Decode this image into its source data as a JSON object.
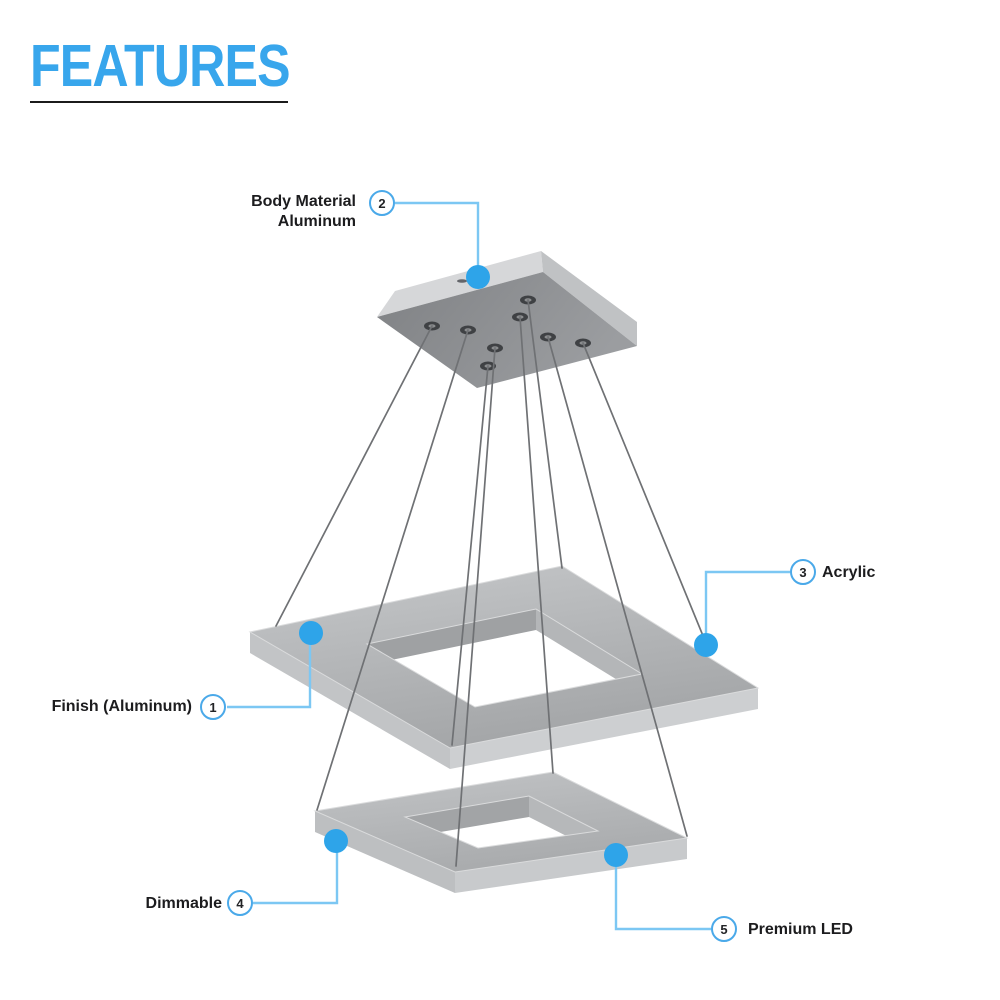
{
  "title": {
    "text": "FEATURES"
  },
  "colors": {
    "accent_blue": "#38a6ec",
    "connector_line": "#7cc7f3",
    "marker_dot": "#2ea4e9",
    "badge_border": "#4aa9e9",
    "label_text": "#1c1c1e",
    "underline": "#1b1b1b",
    "metal_dark": "#8b8d90",
    "metal_light": "#c8cacc"
  },
  "callouts": [
    {
      "number": "1",
      "label": "Finish (Aluminum)"
    },
    {
      "number": "2",
      "label_line1": "Body Material",
      "label_line2": "Aluminum"
    },
    {
      "number": "3",
      "label": "Acrylic"
    },
    {
      "number": "4",
      "label": "Dimmable"
    },
    {
      "number": "5",
      "label": "Premium LED"
    }
  ],
  "diagram": {
    "subject": "two-tier square pendant chandelier",
    "parts": {
      "canopy": "square ceiling canopy with 8 cable grommets",
      "upper_ring": "large square light ring",
      "lower_ring": "small square light ring",
      "wires": "8 suspension cables"
    }
  }
}
